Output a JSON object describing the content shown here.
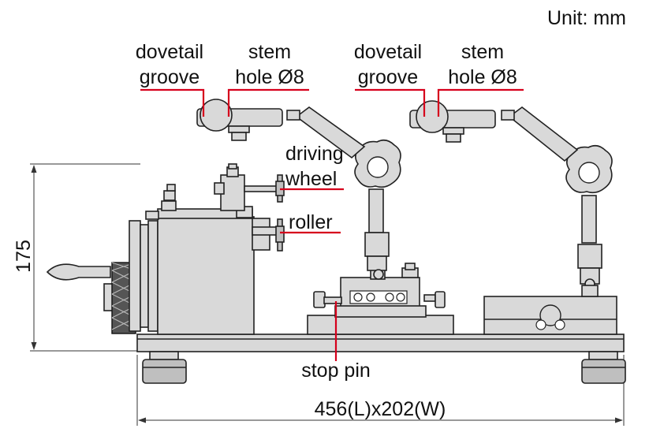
{
  "unit": "Unit: mm",
  "callouts": {
    "dovetail_1": "dovetail",
    "groove_1": "groove",
    "stem_1": "stem",
    "hole_1": "hole Ø8",
    "dovetail_2": "dovetail",
    "groove_2": "groove",
    "stem_2": "stem",
    "hole_2": "hole Ø8",
    "driving": "driving",
    "wheel": "wheel",
    "roller": "roller",
    "stop_pin": "stop pin"
  },
  "dimensions": {
    "height": "175",
    "footprint": "456(L)x202(W)"
  },
  "colors": {
    "leader": "#d6001c",
    "metal": "#d9d9d9",
    "outline": "#222222"
  }
}
